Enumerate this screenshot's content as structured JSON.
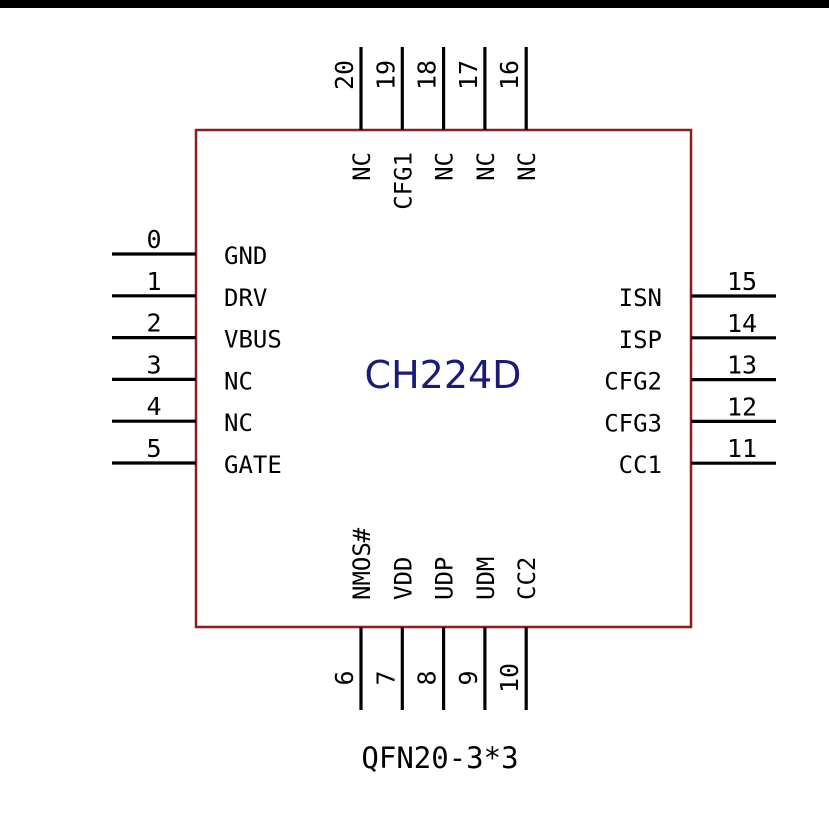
{
  "component": {
    "part_name": "CH224D",
    "footprint": "QFN20-3*3",
    "body_color": "#8b1e1e",
    "part_name_color": "#1a1a7a"
  },
  "pins": {
    "left": [
      {
        "number": "0",
        "name": "GND"
      },
      {
        "number": "1",
        "name": "DRV"
      },
      {
        "number": "2",
        "name": "VBUS"
      },
      {
        "number": "3",
        "name": "NC"
      },
      {
        "number": "4",
        "name": "NC"
      },
      {
        "number": "5",
        "name": "GATE"
      }
    ],
    "bottom": [
      {
        "number": "6",
        "name": "NMOS#"
      },
      {
        "number": "7",
        "name": "VDD"
      },
      {
        "number": "8",
        "name": "UDP"
      },
      {
        "number": "9",
        "name": "UDM"
      },
      {
        "number": "10",
        "name": "CC2"
      }
    ],
    "right": [
      {
        "number": "15",
        "name": "ISN"
      },
      {
        "number": "14",
        "name": "ISP"
      },
      {
        "number": "13",
        "name": "CFG2"
      },
      {
        "number": "12",
        "name": "CFG3"
      },
      {
        "number": "11",
        "name": "CC1"
      }
    ],
    "top": [
      {
        "number": "20",
        "name": "NC"
      },
      {
        "number": "19",
        "name": "CFG1"
      },
      {
        "number": "18",
        "name": "NC"
      },
      {
        "number": "17",
        "name": "NC"
      },
      {
        "number": "16",
        "name": "NC"
      }
    ]
  }
}
